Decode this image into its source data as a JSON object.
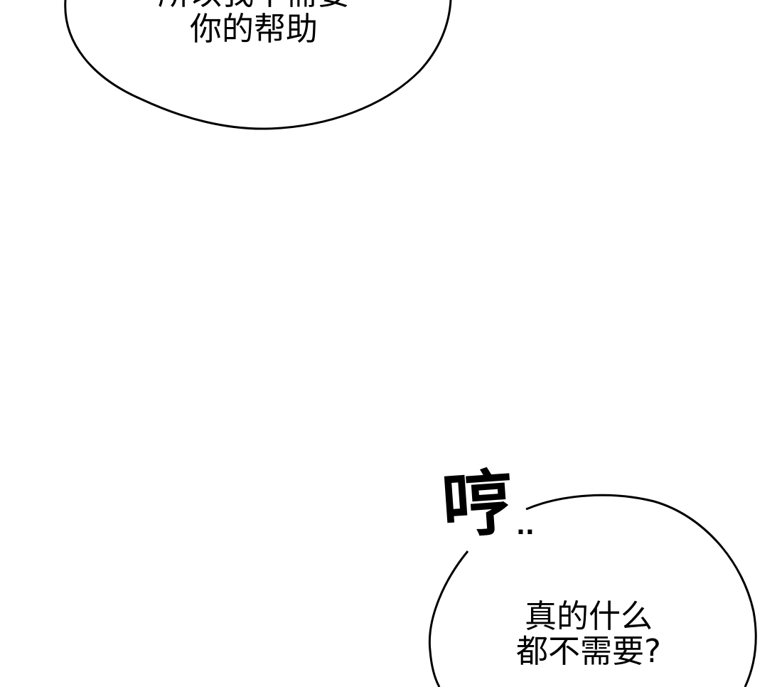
{
  "panel": {
    "top_bubble": {
      "lines": [
        "所以我不需要",
        "你的帮助"
      ]
    },
    "sound_effect": {
      "glyph": "哼",
      "trail": ".."
    },
    "bottom_bubble": {
      "lines": [
        "真的什么",
        "都不需要?"
      ]
    }
  }
}
